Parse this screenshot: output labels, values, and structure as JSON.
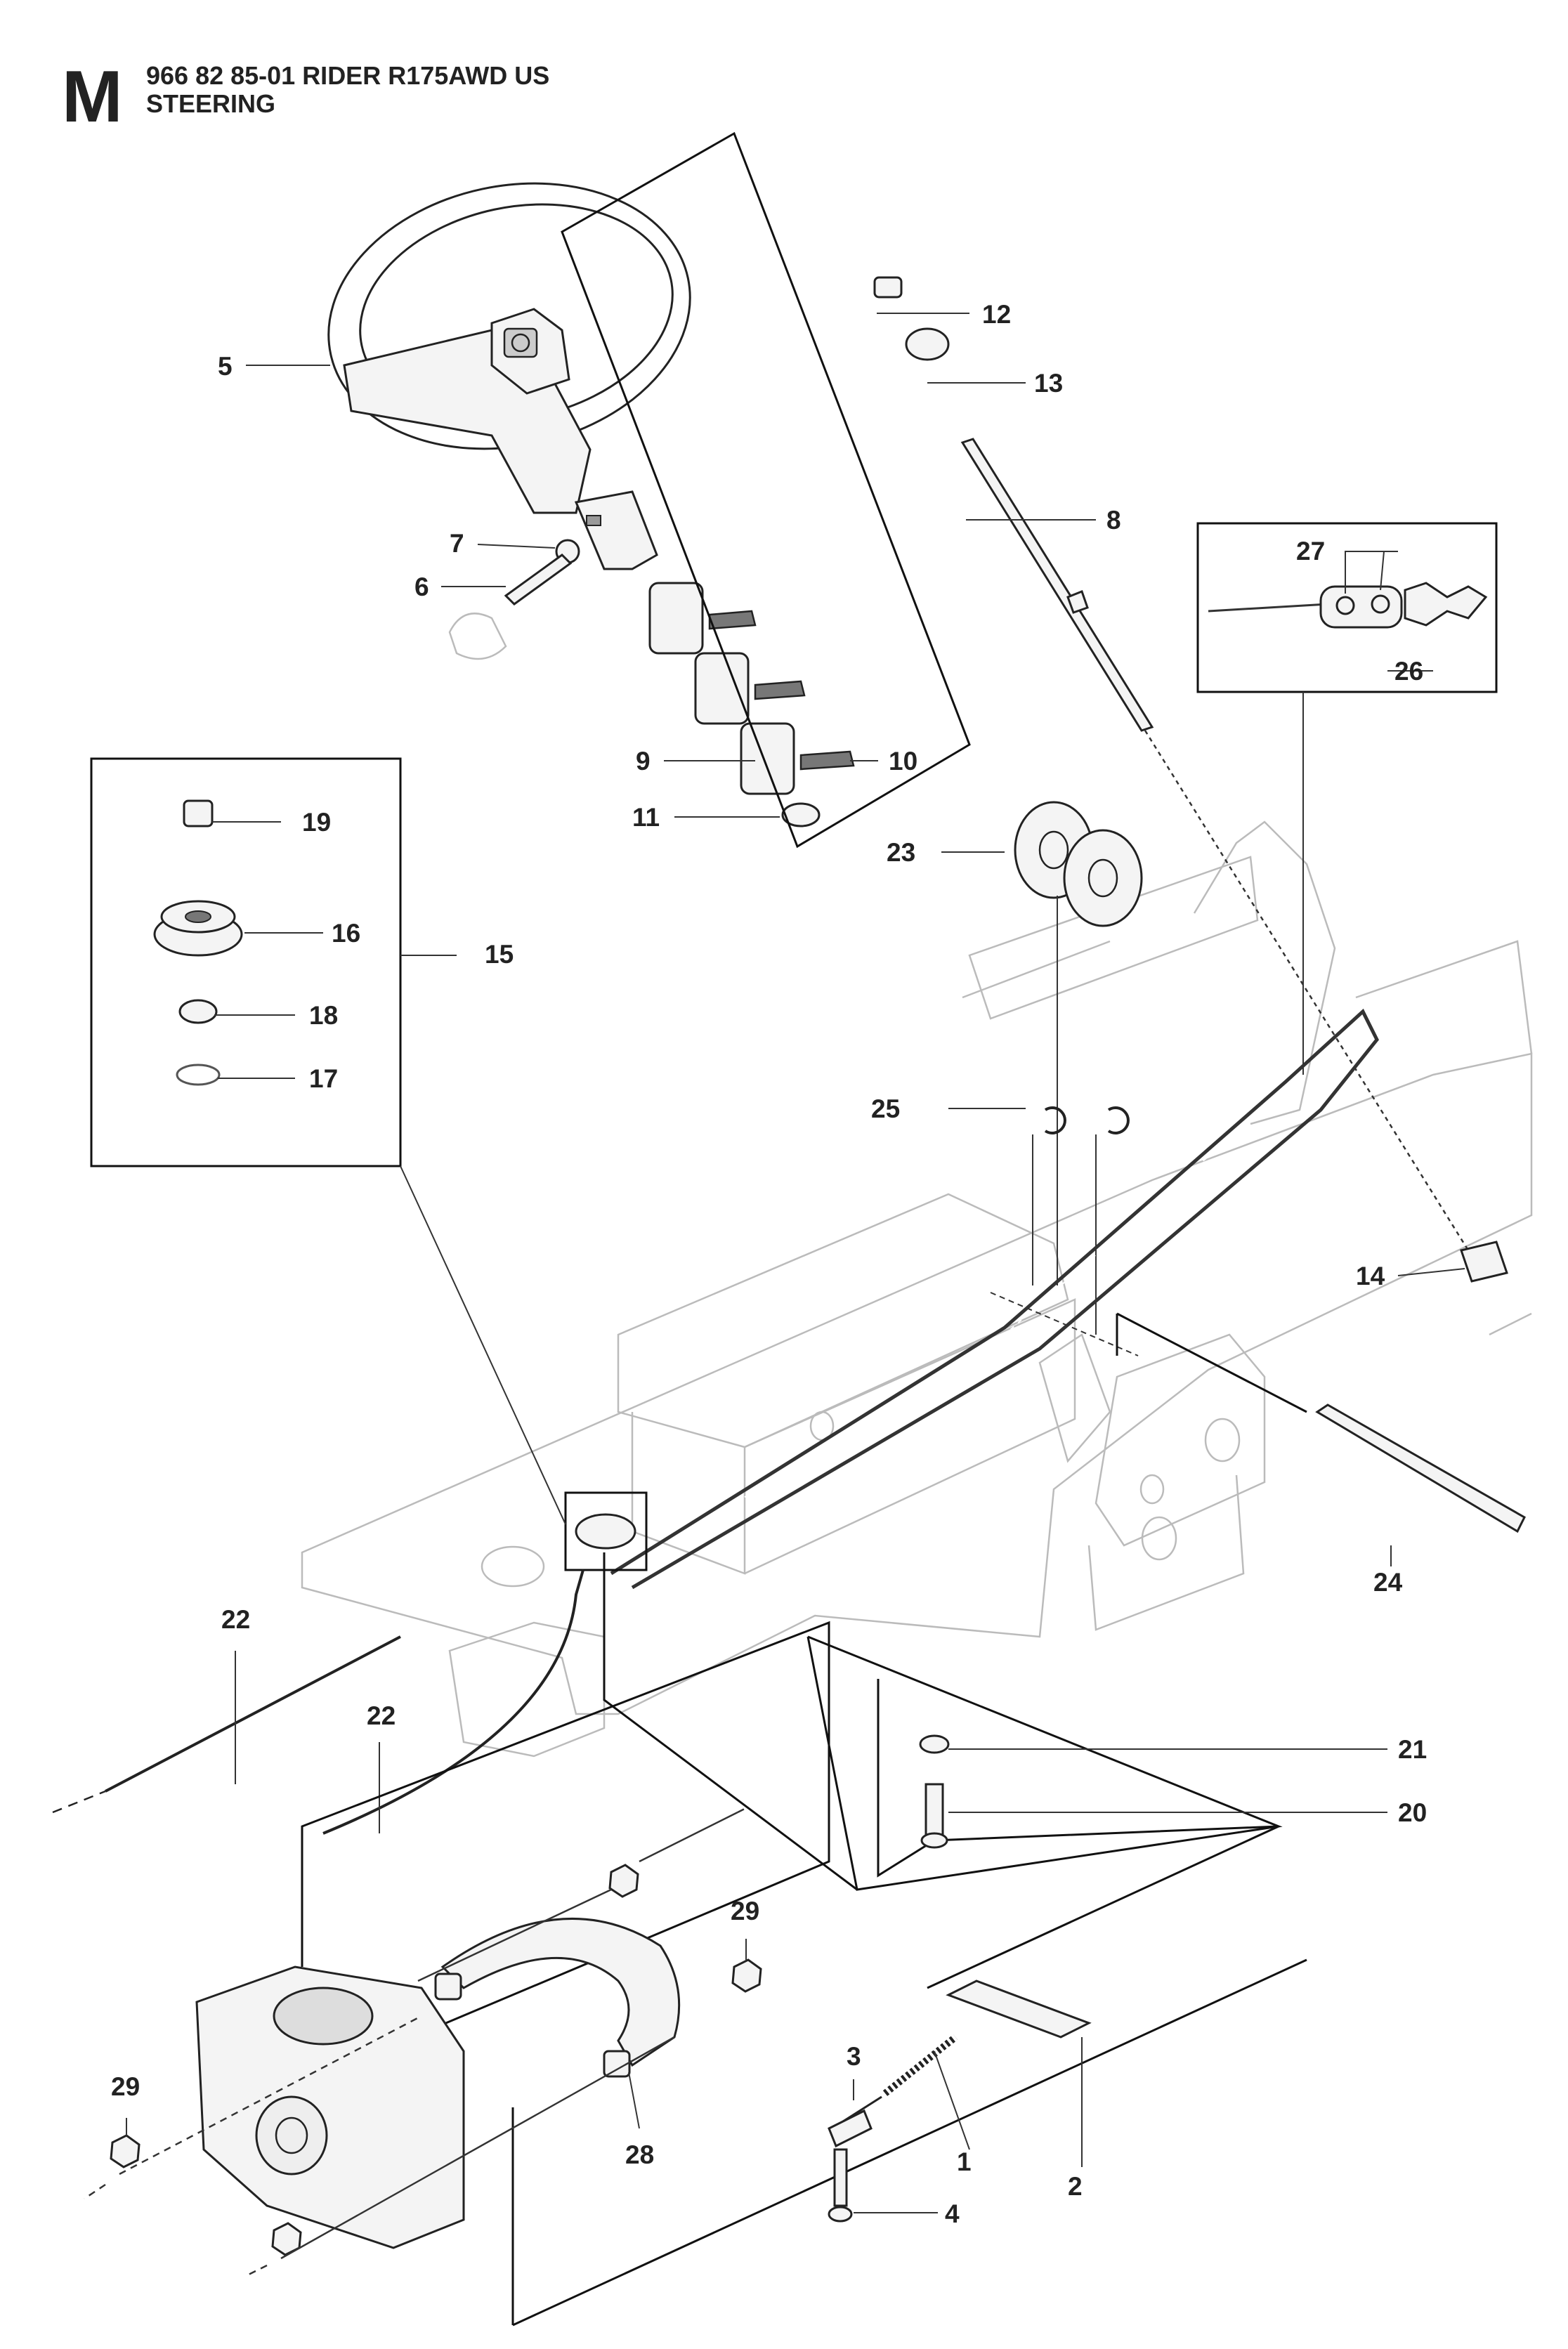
{
  "header": {
    "section_letter": "M",
    "line1": "966 82 85-01 RIDER R175AWD US",
    "line2": "STEERING"
  },
  "callouts": [
    "1",
    "2",
    "3",
    "4",
    "5",
    "6",
    "7",
    "8",
    "9",
    "10",
    "11",
    "12",
    "13",
    "14",
    "15",
    "16",
    "17",
    "18",
    "19",
    "20",
    "21",
    "22",
    "22",
    "23",
    "24",
    "25",
    "26",
    "27",
    "28",
    "29",
    "29"
  ],
  "colors": {
    "line": "#222222",
    "frame_faint": "#bbbbbb",
    "background": "#ffffff"
  },
  "icons": [
    "husqvarna-logo-icon"
  ]
}
